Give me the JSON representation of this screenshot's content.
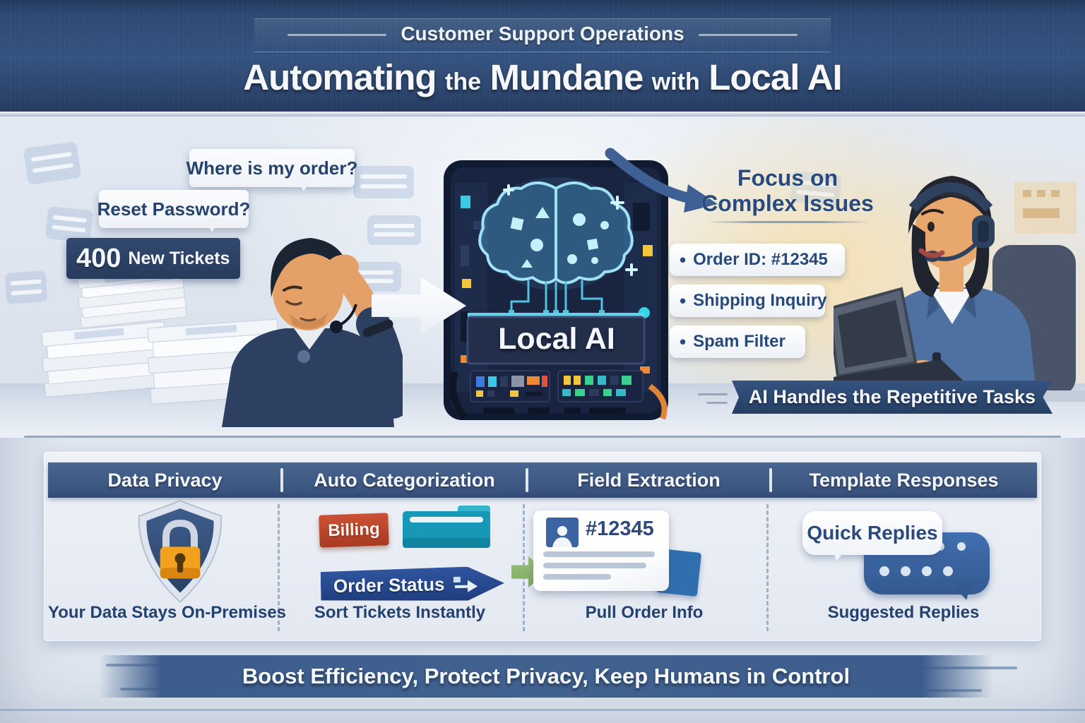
{
  "header": {
    "kicker": "Customer Support Operations",
    "title": {
      "a": "Automating",
      "b": "the",
      "c": "Mundane",
      "d": "with",
      "e": "Local AI"
    }
  },
  "scene": {
    "bubbles": {
      "order": "Where is my order?",
      "password": "Reset Password?"
    },
    "ticket_badge": {
      "count": "400",
      "label": "New Tickets"
    },
    "server_label": "Local AI",
    "focus": {
      "line1": "Focus on",
      "line2": "Complex Issues",
      "items": [
        {
          "bullet": "•",
          "label": "Order ID: #12345"
        },
        {
          "bullet": "•",
          "label": "Shipping Inquiry"
        },
        {
          "bullet": "•",
          "label": "Spam Filter"
        }
      ]
    },
    "ribbon": "AI Handles the Repetitive Tasks"
  },
  "features": {
    "columns": [
      {
        "title": "Data Privacy",
        "caption": "Your Data Stays On-Premises"
      },
      {
        "title": "Auto Categorization",
        "caption": "Sort Tickets Instantly",
        "tag_billing": "Billing",
        "tag_order": "Order Status"
      },
      {
        "title": "Field Extraction",
        "caption": "Pull Order Info",
        "card_id": "#12345"
      },
      {
        "title": "Template Responses",
        "caption": "Suggested Replies",
        "bubble": "Quick Replies"
      }
    ]
  },
  "footer": {
    "banner": "Boost Efficiency, Protect Privacy, Keep Humans in Control"
  },
  "colors": {
    "header_navy": "#2e4b75",
    "band_blue": "#3b5581",
    "navy_text": "#24426f",
    "ribbon_navy": "#2c4a74",
    "billing_red": "#b94528",
    "folder_teal": "#1798b6",
    "tag_blue": "#27509e",
    "lock_orange": "#f2a11e",
    "bubble_blue": "#3a67a8",
    "arrow_green": "#8fb873",
    "brain_glow": "#9fe2f6"
  }
}
